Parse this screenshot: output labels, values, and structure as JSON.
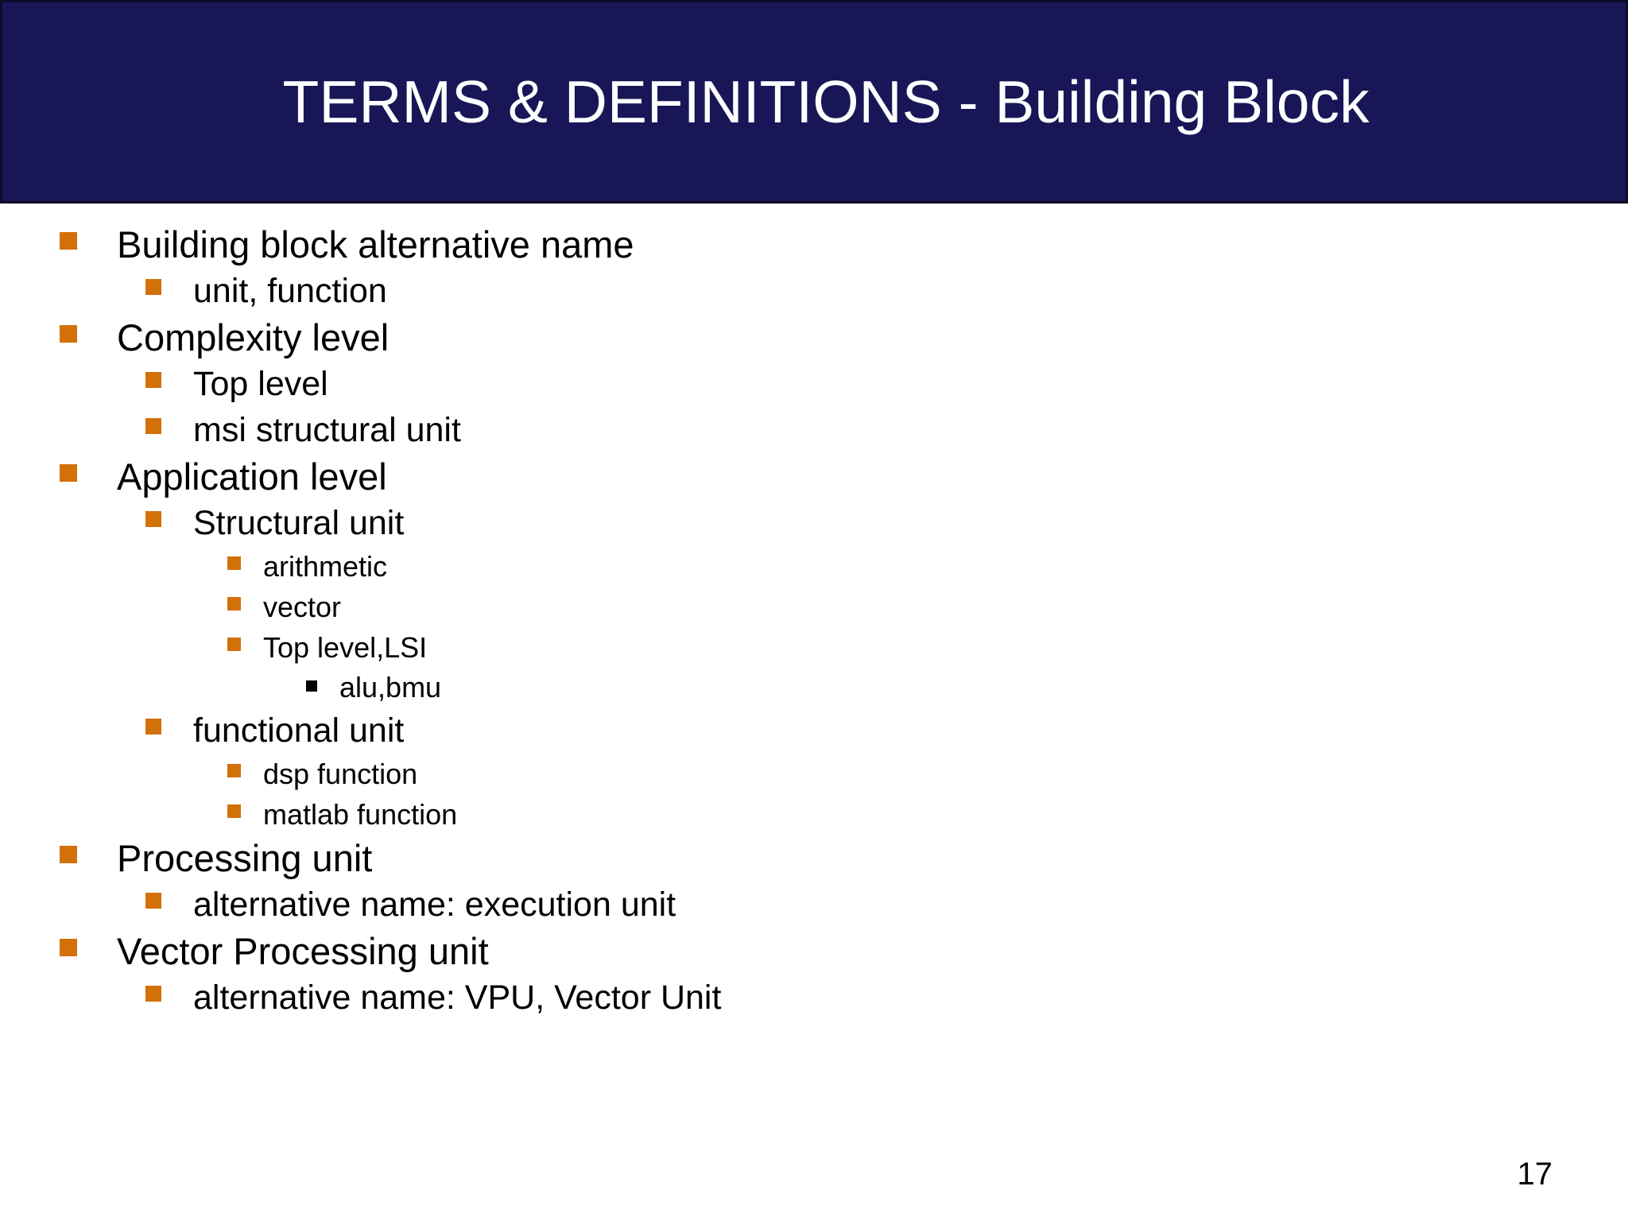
{
  "slide": {
    "title": "TERMS & DEFINITIONS - Building Block",
    "page_number": "17",
    "colors": {
      "banner_background": "#191657",
      "banner_border": "#0b0a2a",
      "title_text": "#ffffff",
      "body_background": "#ffffff",
      "bullet_orange": "#D2700A",
      "bullet_black": "#000000",
      "body_text": "#000000"
    },
    "bullets": [
      {
        "level": 1,
        "text": "Building block alternative name",
        "marker": "orange-square"
      },
      {
        "level": 2,
        "text": "unit, function",
        "marker": "orange-square"
      },
      {
        "level": 1,
        "text": "Complexity level",
        "marker": "orange-square"
      },
      {
        "level": 2,
        "text": "Top level",
        "marker": "orange-square"
      },
      {
        "level": 2,
        "text": "msi structural unit",
        "marker": "orange-square"
      },
      {
        "level": 1,
        "text": "Application level",
        "marker": "orange-square"
      },
      {
        "level": 2,
        "text": "Structural unit",
        "marker": "orange-square"
      },
      {
        "level": 3,
        "text": "arithmetic",
        "marker": "orange-square"
      },
      {
        "level": 3,
        "text": "vector",
        "marker": "orange-square"
      },
      {
        "level": 3,
        "text": "Top level,LSI",
        "marker": "orange-square"
      },
      {
        "level": 4,
        "text": "alu,bmu",
        "marker": "black-square"
      },
      {
        "level": 2,
        "text": "functional unit",
        "marker": "orange-square"
      },
      {
        "level": 3,
        "text": "dsp function",
        "marker": "orange-square"
      },
      {
        "level": 3,
        "text": "matlab function",
        "marker": "orange-square"
      },
      {
        "level": 1,
        "text": "Processing unit",
        "marker": "orange-square"
      },
      {
        "level": 2,
        "text": "alternative name: execution unit",
        "marker": "orange-square"
      },
      {
        "level": 1,
        "text": "Vector Processing unit",
        "marker": "orange-square"
      },
      {
        "level": 2,
        "text": "alternative name: VPU, Vector Unit",
        "marker": "orange-square"
      }
    ]
  }
}
